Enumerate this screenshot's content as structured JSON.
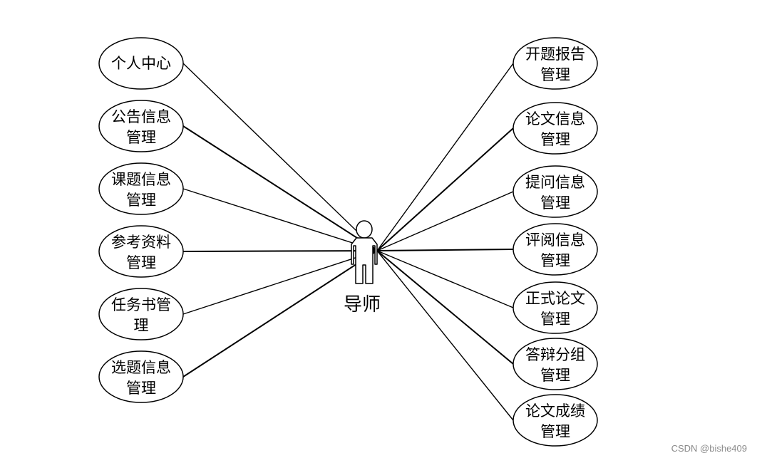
{
  "actor": {
    "name": "导师"
  },
  "left_use_cases": [
    {
      "lines": [
        "个人中心"
      ]
    },
    {
      "lines": [
        "公告信息",
        "管理"
      ]
    },
    {
      "lines": [
        "课题信息",
        "管理"
      ]
    },
    {
      "lines": [
        "参考资料",
        "管理"
      ]
    },
    {
      "lines": [
        "任务书管",
        "理"
      ]
    },
    {
      "lines": [
        "选题信息",
        "管理"
      ]
    }
  ],
  "right_use_cases": [
    {
      "lines": [
        "开题报告",
        "管理"
      ]
    },
    {
      "lines": [
        "论文信息",
        "管理"
      ]
    },
    {
      "lines": [
        "提问信息",
        "管理"
      ]
    },
    {
      "lines": [
        "评阅信息",
        "管理"
      ]
    },
    {
      "lines": [
        "正式论文",
        "管理"
      ]
    },
    {
      "lines": [
        "答辩分组",
        "管理"
      ]
    },
    {
      "lines": [
        "论文成绩",
        "管理"
      ]
    }
  ],
  "watermark": "CSDN @bishe409"
}
